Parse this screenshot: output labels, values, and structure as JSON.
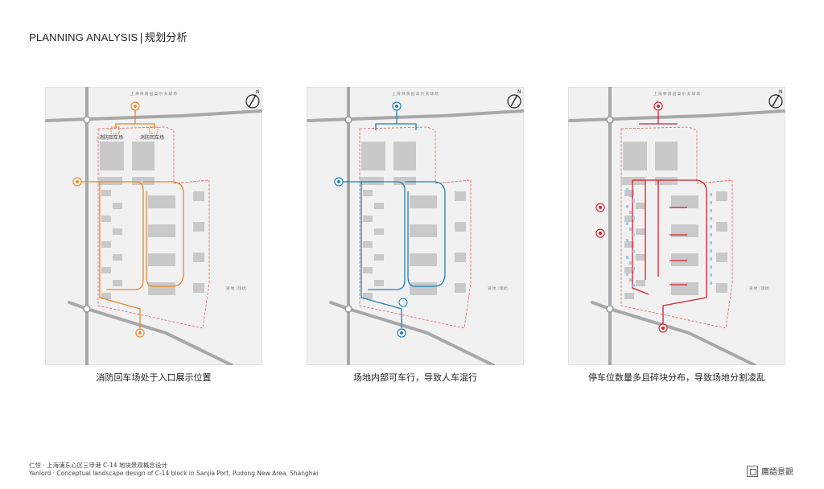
{
  "header": {
    "title_en": "PLANNING ANALYSIS",
    "separator": "|",
    "title_cn": "规划分析"
  },
  "map_labels": {
    "north_road": "上 海 林 荫 园 高 尔 夫 球 场",
    "east_land": "道 地（现状）",
    "fire_turn_label": "消防回车场"
  },
  "panels": [
    {
      "caption": "消防回车场处于入口展示位置",
      "accent": "#e8872a"
    },
    {
      "caption": "场地内部可车行，导致人车混行",
      "accent": "#1f7fb8"
    },
    {
      "caption": "停车位数量多且碎块分布，导致场地分割凌乱",
      "accent": "#d61f2c"
    }
  ],
  "footer": {
    "line1": "仁恒 · 上海浦东心区三甲港 C-14 地块景观概念设计",
    "line2": "Yanlord · Conceptual landscape design of C-14 block in Sanjia Port, Pudong New Area, Shanghai"
  },
  "logo": {
    "text": "鷹語景觀"
  }
}
